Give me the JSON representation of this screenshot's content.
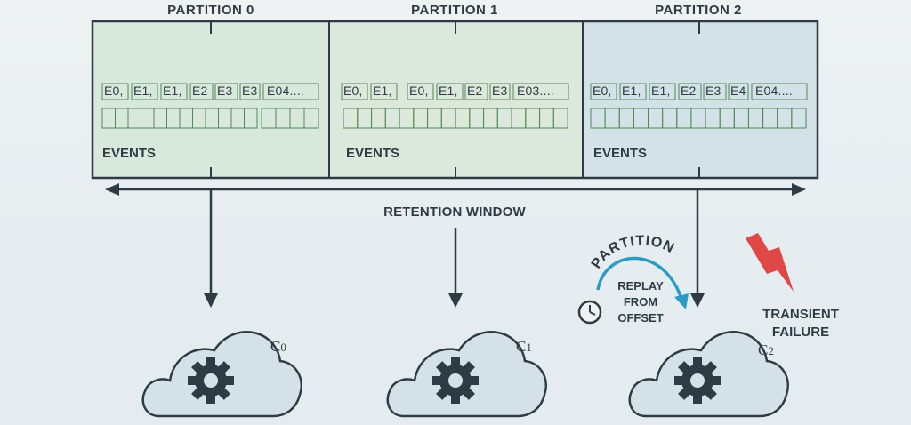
{
  "partitions": [
    {
      "title": "PARTITION 0",
      "events_label": "EVENTS",
      "sequence": [
        "E0,",
        "E1,",
        "E1,",
        "E2",
        "E3",
        "E3",
        "E04...."
      ]
    },
    {
      "title": "PARTITION 1",
      "events_label": "EVENTS",
      "sequence": [
        "E0,",
        "E1,",
        "E0,",
        "E1,",
        "E2",
        "E3",
        "E03...."
      ]
    },
    {
      "title": "PARTITION 2",
      "events_label": "EVENTS",
      "sequence": [
        "E0,",
        "E1,",
        "E1,",
        "E2",
        "E3",
        "E4",
        "E04...."
      ]
    }
  ],
  "retention_label": "RETENTION WINDOW",
  "consumers": [
    {
      "label": "C0",
      "icon": "gear-icon"
    },
    {
      "label": "C1",
      "icon": "gear-icon"
    },
    {
      "label": "C2",
      "icon": "gear-icon"
    }
  ],
  "replay": {
    "arc_label": "PARTITION",
    "line1": "REPLAY",
    "line2": "FROM",
    "line3": "OFFSET",
    "icon": "clock-icon"
  },
  "failure": {
    "line1": "TRANSIENT",
    "line2": "FAILURE",
    "icon": "lightning-icon"
  },
  "colors": {
    "partition_fill_0": "#d9e8dc",
    "partition_fill_1": "#dbe8db",
    "partition_fill_2": "#d3e2e6",
    "border": "#2f3b44",
    "cloud_fill": "#d4e1e7",
    "accent_arrow": "#2a9bc4",
    "failure_red": "#e04848"
  }
}
